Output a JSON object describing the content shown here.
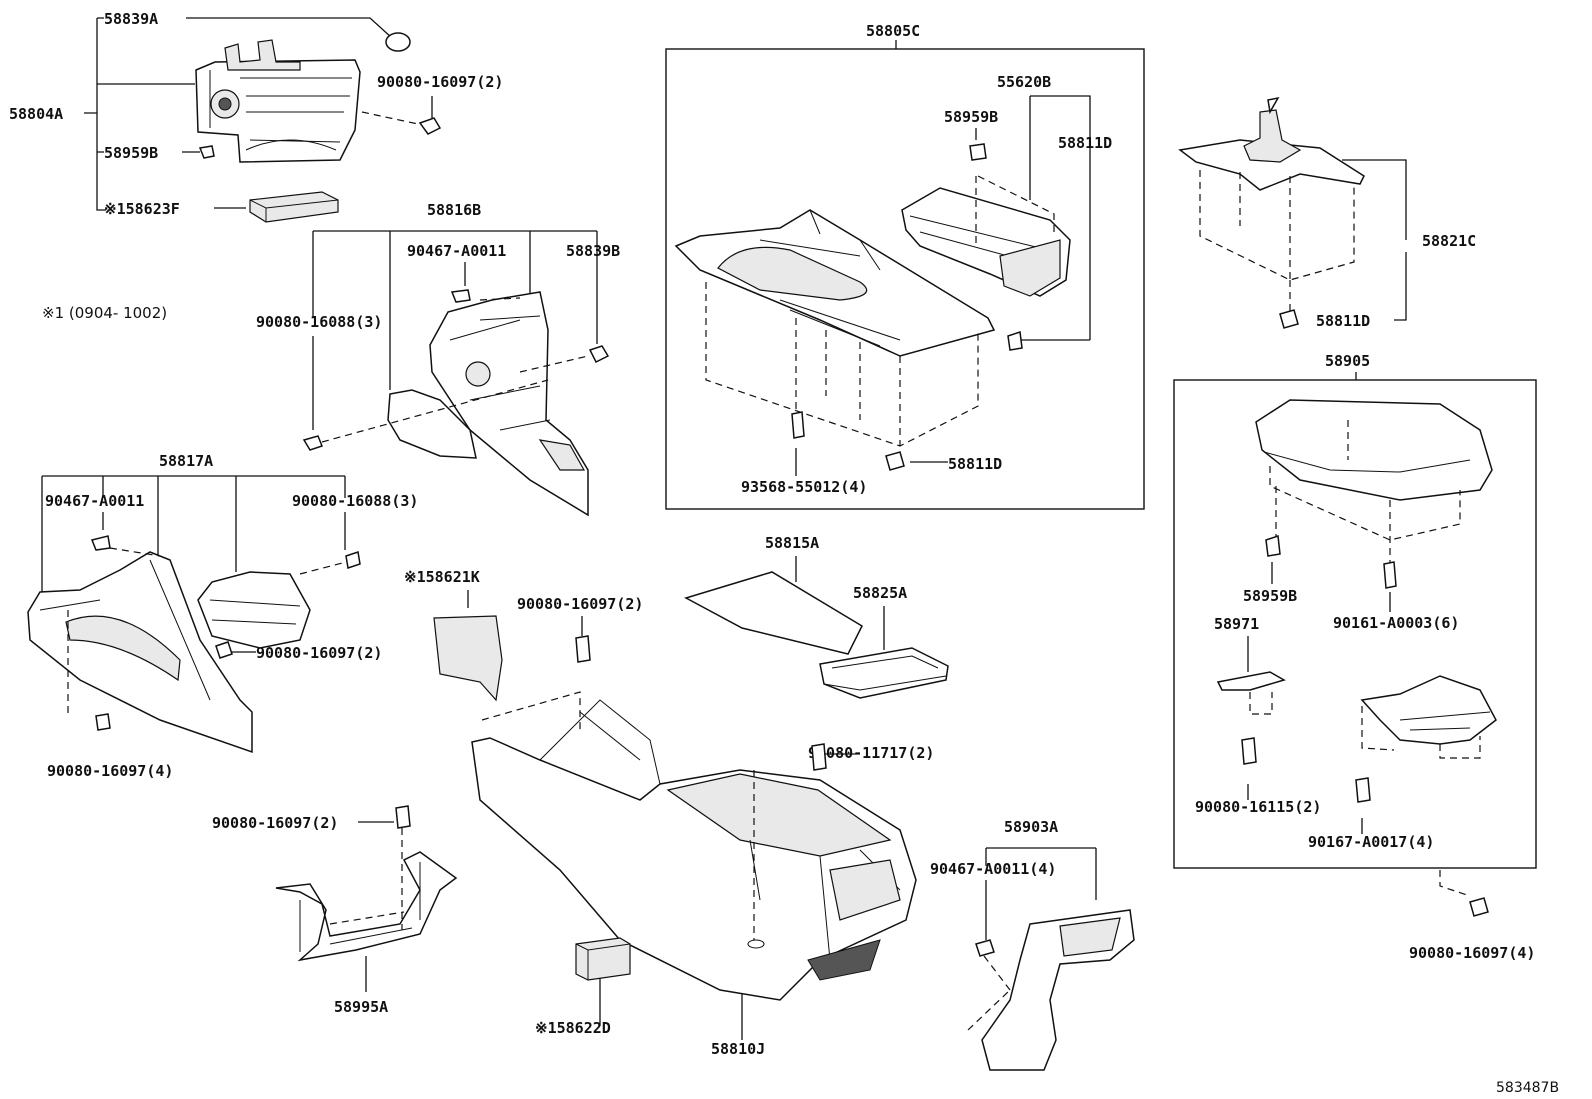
{
  "diagram": {
    "reference": "583487B",
    "note": "※1 (0904- 1002)",
    "labels": {
      "p58839A": "58839A",
      "p58804A": "58804A",
      "p90080_16097_2a": "90080-16097(2)",
      "p58959B_a": "58959B",
      "p58623F": "※158623F",
      "p58816B": "58816B",
      "p90467_A0011_a": "90467-A0011",
      "p58839B": "58839B",
      "p90080_16088_3a": "90080-16088(3)",
      "p58817A": "58817A",
      "p90467_A0011_b": "90467-A0011",
      "p90080_16088_3b": "90080-16088(3)",
      "p90080_16097_2b": "90080-16097(2)",
      "p90080_16097_4a": "90080-16097(4)",
      "p58621K": "※158621K",
      "p90080_16097_2c": "90080-16097(2)",
      "p58805C": "58805C",
      "p55620B": "55620B",
      "p58959B_b": "58959B",
      "p58811D_a": "58811D",
      "p93568_55012_4": "93568-55012(4)",
      "p58811D_b": "58811D",
      "p58815A": "58815A",
      "p58825A": "58825A",
      "p90080_11717_2": "90080-11717(2)",
      "p90080_16097_2d": "90080-16097(2)",
      "p58995A": "58995A",
      "p58622D": "※158622D",
      "p58810J": "58810J",
      "p58903A": "58903A",
      "p90467_A0011_4": "90467-A0011(4)",
      "p58821C": "58821C",
      "p58811D_c": "58811D",
      "p58905": "58905",
      "p58959B_c": "58959B",
      "p90161_A0003_6": "90161-A0003(6)",
      "p58971": "58971",
      "p90080_16115_2": "90080-16115(2)",
      "p90167_A0017_4": "90167-A0017(4)",
      "p90080_16097_4b": "90080-16097(4)"
    }
  }
}
